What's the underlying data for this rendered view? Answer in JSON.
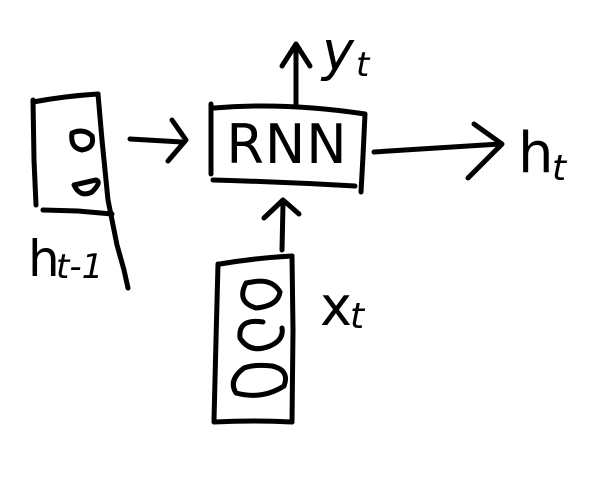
{
  "diagram": {
    "rnn_label": "RNN",
    "output_label": "y",
    "output_subscript": "t",
    "hidden_out_label": "h",
    "hidden_out_subscript": "t",
    "hidden_in_label": "h",
    "hidden_in_subscript": "t-1",
    "input_label": "x",
    "input_subscript": "t",
    "colors": {
      "ink": "#000000",
      "background": "#ffffff"
    }
  }
}
